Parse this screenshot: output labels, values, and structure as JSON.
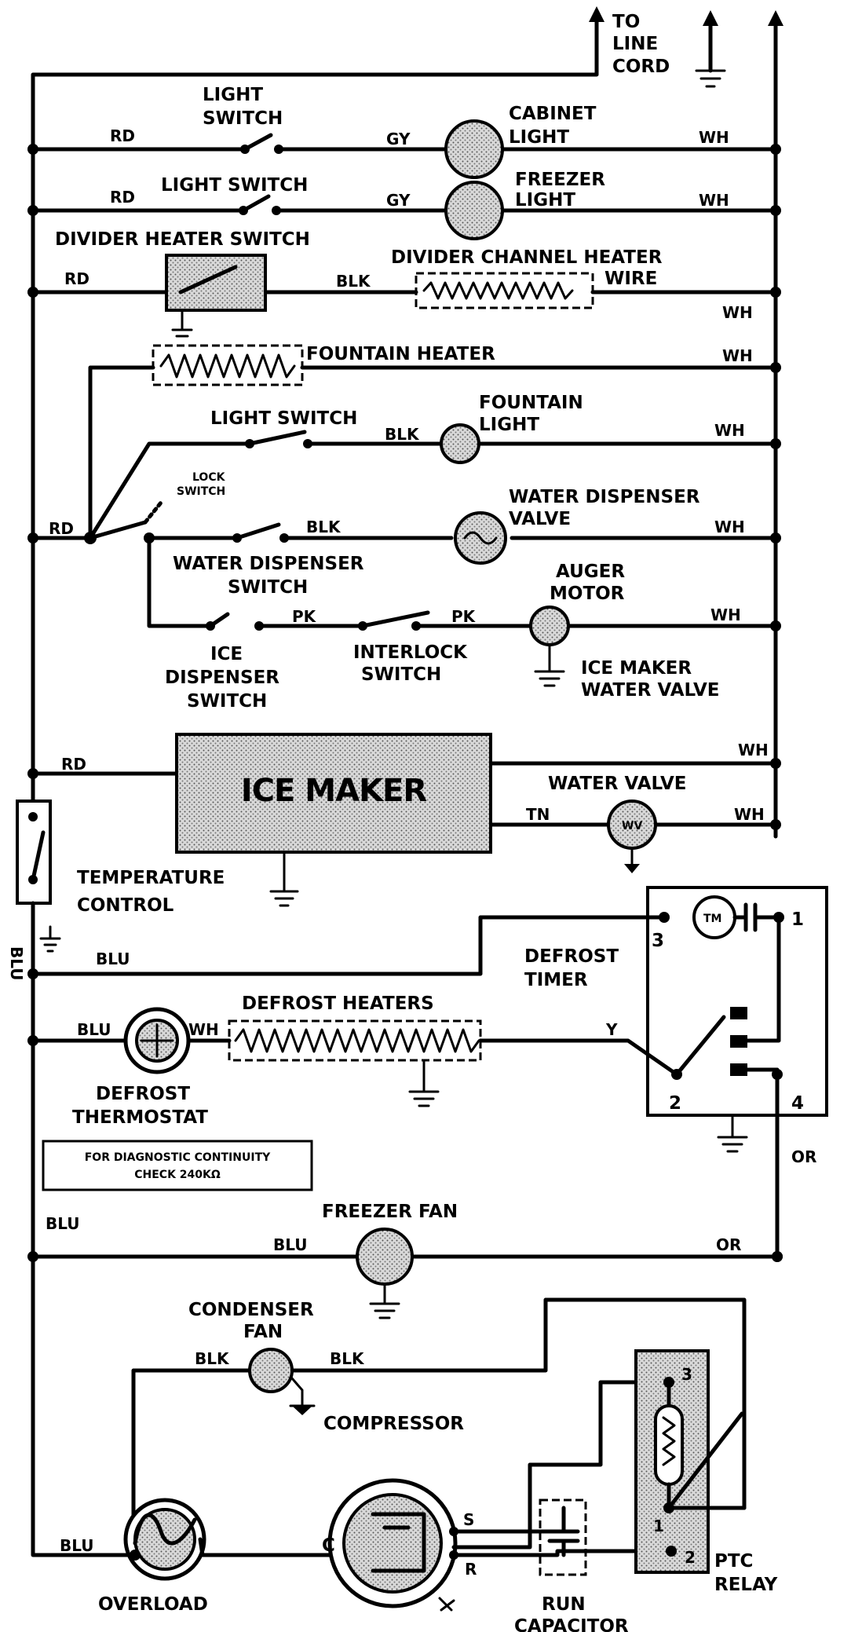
{
  "labels": {
    "to_line_cord": [
      "TO",
      "LINE",
      "CORD"
    ],
    "light_switch_1": [
      "LIGHT",
      "SWITCH"
    ],
    "light_switch_2": "LIGHT SWITCH",
    "light_switch_3": "LIGHT SWITCH",
    "cabinet_light": [
      "CABINET",
      "LIGHT"
    ],
    "freezer_light": [
      "FREEZER",
      "LIGHT"
    ],
    "divider_heater_switch": "DIVIDER HEATER SWITCH",
    "divider_channel_heater": "DIVIDER CHANNEL HEATER",
    "wire": "WIRE",
    "fountain_heater": "FOUNTAIN HEATER",
    "fountain_light": [
      "FOUNTAIN",
      "LIGHT"
    ],
    "lock_switch": [
      "LOCK",
      "SWITCH"
    ],
    "water_dispenser_valve": [
      "WATER DISPENSER",
      "VALVE"
    ],
    "water_dispenser_switch": [
      "WATER DISPENSER",
      "SWITCH"
    ],
    "auger_motor": [
      "AUGER",
      "MOTOR"
    ],
    "ice_dispenser_switch": [
      "ICE",
      "DISPENSER",
      "SWITCH"
    ],
    "interlock_switch": [
      "INTERLOCK",
      "SWITCH"
    ],
    "ice_maker_water_valve": [
      "ICE MAKER",
      "WATER VALVE"
    ],
    "ice_maker": "ICE MAKER",
    "water_valve": "WATER VALVE",
    "temperature_control": [
      "TEMPERATURE",
      "CONTROL"
    ],
    "defrost_timer": [
      "DEFROST",
      "TIMER"
    ],
    "defrost_heaters": "DEFROST HEATERS",
    "defrost_thermostat": [
      "DEFROST",
      "THERMOSTAT"
    ],
    "diagnostic_note": [
      "FOR DIAGNOSTIC CONTINUITY",
      "CHECK 240KΩ"
    ],
    "freezer_fan": "FREEZER FAN",
    "condenser_fan": [
      "CONDENSER",
      "FAN"
    ],
    "compressor": "COMPRESSOR",
    "overload": "OVERLOAD",
    "run_capacitor": [
      "RUN",
      "CAPACITOR"
    ],
    "ptc_relay": [
      "PTC",
      "RELAY"
    ]
  },
  "wire_colors": {
    "rd": "RD",
    "gy": "GY",
    "wh": "WH",
    "blk": "BLK",
    "pk": "PK",
    "tn": "TN",
    "blu": "BLU",
    "y": "Y",
    "or": "OR"
  },
  "terminals": {
    "timer": [
      "1",
      "2",
      "3",
      "4"
    ],
    "compressor_s": "S",
    "compressor_r": "R",
    "compressor_c": "C",
    "relay": [
      "1",
      "2",
      "3"
    ]
  },
  "symbols": {
    "timer_motor": "TM",
    "water_valve_coil": "WV"
  }
}
